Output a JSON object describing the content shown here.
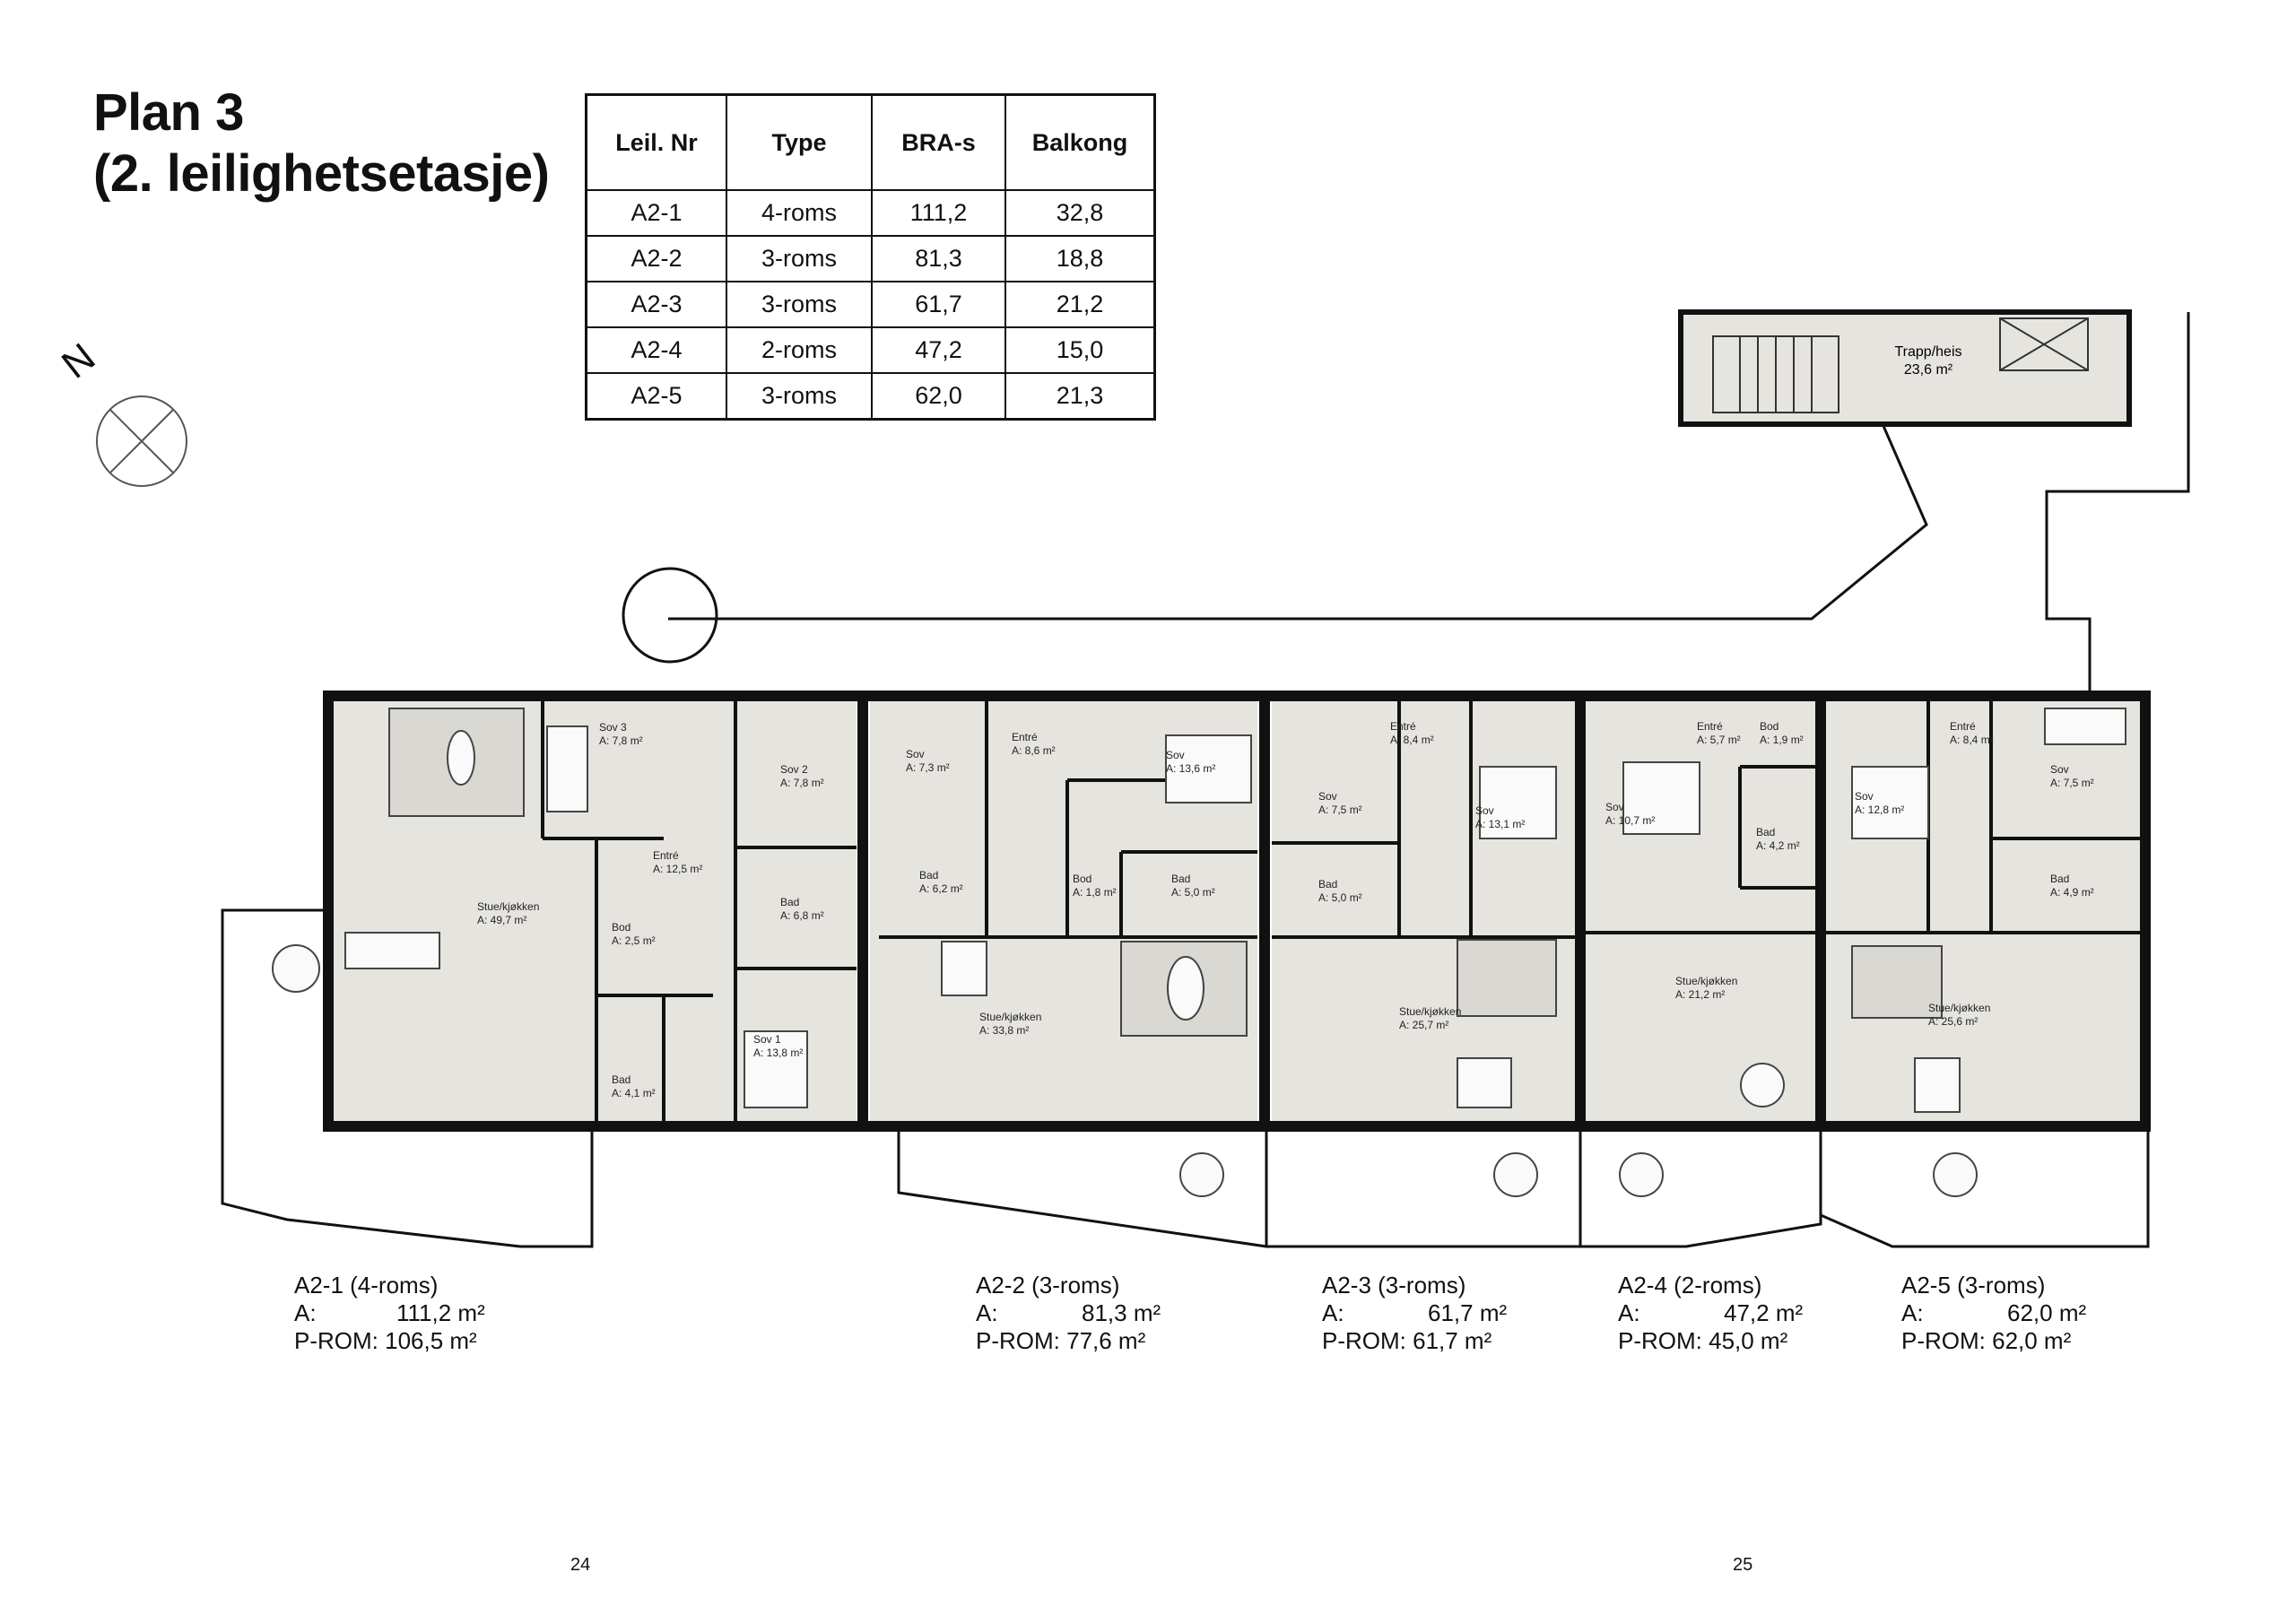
{
  "title": {
    "line1": "Plan 3",
    "line2": "(2. leilighetsetasje)"
  },
  "table": {
    "headers": [
      "Leil. Nr",
      "Type",
      "BRA-s",
      "Balkong"
    ],
    "rows": [
      [
        "A2-1",
        "4-roms",
        "111,2",
        "32,8"
      ],
      [
        "A2-2",
        "3-roms",
        "81,3",
        "18,8"
      ],
      [
        "A2-3",
        "3-roms",
        "61,7",
        "21,2"
      ],
      [
        "A2-4",
        "2-roms",
        "47,2",
        "15,0"
      ],
      [
        "A2-5",
        "3-roms",
        "62,0",
        "21,3"
      ]
    ]
  },
  "north_label": "N",
  "stair": {
    "name": "Trapp/heis",
    "area": "23,6 m²"
  },
  "rooms": [
    {
      "name": "Sov 3",
      "area": "A: 7,8 m²"
    },
    {
      "name": "Sov 2",
      "area": "A: 7,8 m²"
    },
    {
      "name": "Entré",
      "area": "A: 12,5 m²"
    },
    {
      "name": "Stue/kjøkken",
      "area": "A:   49,7 m²"
    },
    {
      "name": "Bod",
      "area": "A: 2,5 m²"
    },
    {
      "name": "Bad",
      "area": "A: 6,8 m²"
    },
    {
      "name": "Sov 1",
      "area": "A: 13,8 m²"
    },
    {
      "name": "Bad",
      "area": "A: 4,1 m²"
    },
    {
      "name": "Sov",
      "area": "A: 7,3 m²"
    },
    {
      "name": "Entré",
      "area": "A: 8,6 m²"
    },
    {
      "name": "Sov",
      "area": "A: 13,6 m²"
    },
    {
      "name": "Bad",
      "area": "A: 6,2 m²"
    },
    {
      "name": "Bod",
      "area": "A: 1,8 m²"
    },
    {
      "name": "Bad",
      "area": "A: 5,0 m²"
    },
    {
      "name": "Stue/kjøkken",
      "area": "A:   33,8 m²"
    },
    {
      "name": "Entré",
      "area": "A: 8,4 m²"
    },
    {
      "name": "Sov",
      "area": "A: 7,5 m²"
    },
    {
      "name": "Sov",
      "area": "A: 13,1 m²"
    },
    {
      "name": "Bad",
      "area": "A: 5,0 m²"
    },
    {
      "name": "Stue/kjøkken",
      "area": "A:   25,7 m²"
    },
    {
      "name": "Entré",
      "area": "A: 5,7 m²"
    },
    {
      "name": "Bod",
      "area": "A: 1,9 m²"
    },
    {
      "name": "Sov",
      "area": "A: 10,7 m²"
    },
    {
      "name": "Bad",
      "area": "A: 4,2 m²"
    },
    {
      "name": "Stue/kjøkken",
      "area": "A:   21,2 m²"
    },
    {
      "name": "Entré",
      "area": "A: 8,4 m²"
    },
    {
      "name": "Sov",
      "area": "A: 7,5 m²"
    },
    {
      "name": "Sov",
      "area": "A: 12,8 m²"
    },
    {
      "name": "Bad",
      "area": "A: 4,9 m²"
    },
    {
      "name": "Stue/kjøkken",
      "area": "A:   25,6 m²"
    }
  ],
  "legends": [
    {
      "title": "A2-1 (4-roms)",
      "a_label": "A:",
      "a_value": "111,2 m²",
      "prom": "P-ROM: 106,5 m²"
    },
    {
      "title": "A2-2 (3-roms)",
      "a_label": "A:",
      "a_value": "81,3 m²",
      "prom": "P-ROM: 77,6 m²"
    },
    {
      "title": "A2-3 (3-roms)",
      "a_label": "A:",
      "a_value": "61,7 m²",
      "prom": "P-ROM: 61,7 m²"
    },
    {
      "title": "A2-4 (2-roms)",
      "a_label": "A:",
      "a_value": "47,2 m²",
      "prom": "P-ROM: 45,0 m²"
    },
    {
      "title": "A2-5 (3-roms)",
      "a_label": "A:",
      "a_value": "62,0 m²",
      "prom": "P-ROM: 62,0 m²"
    }
  ],
  "pages": {
    "left": "24",
    "right": "25"
  }
}
